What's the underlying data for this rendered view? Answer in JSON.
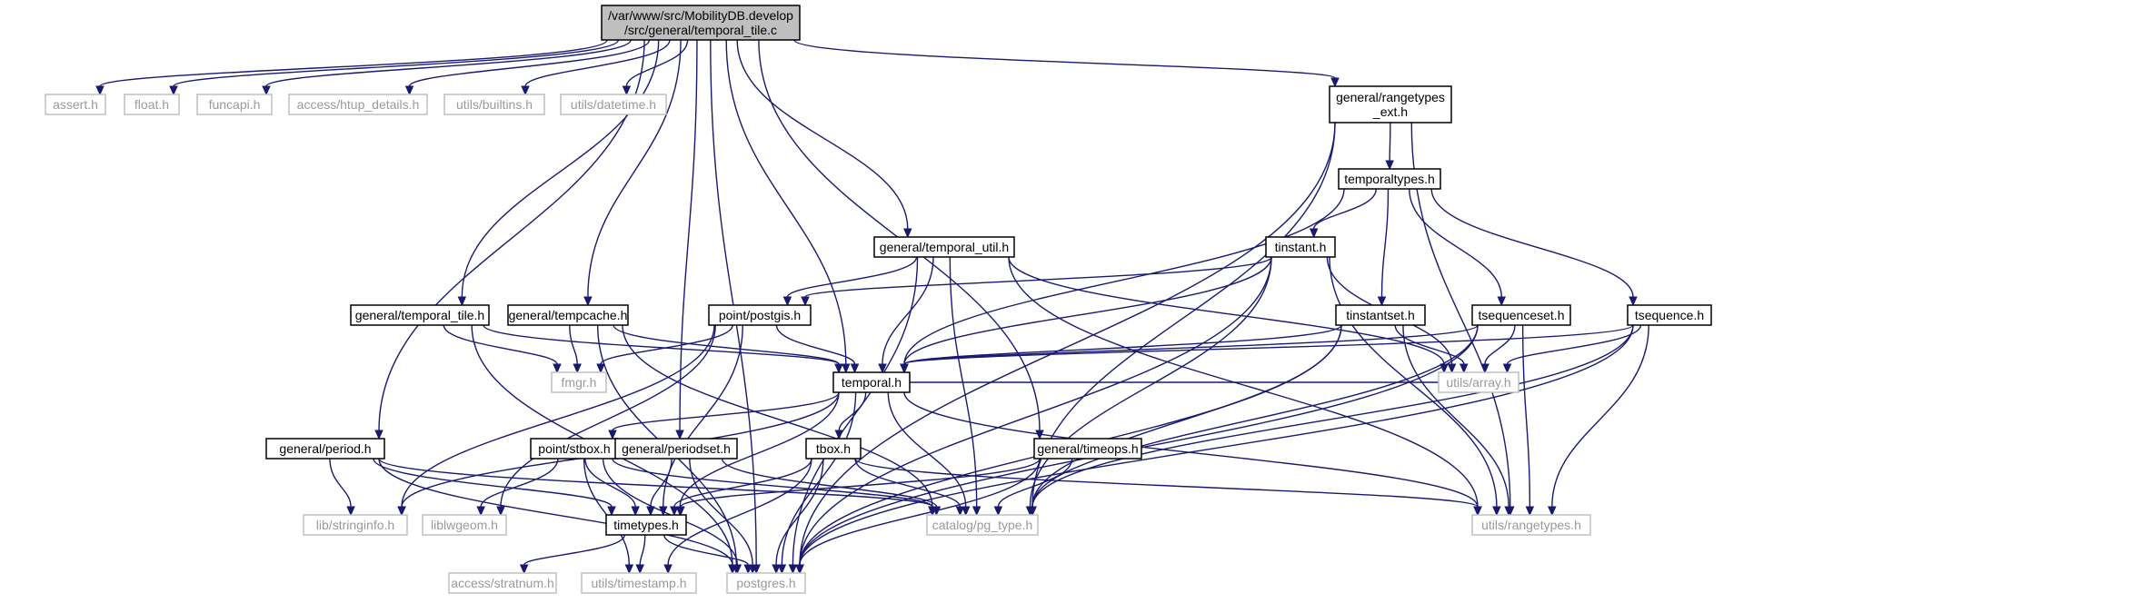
{
  "graph": {
    "nodes": [
      {
        "id": "root",
        "kind": "root",
        "lines": [
          "/var/www/src/MobilityDB.develop",
          "/src/general/temporal_tile.c"
        ]
      },
      {
        "id": "assert",
        "kind": "external",
        "lines": [
          "assert.h"
        ]
      },
      {
        "id": "float",
        "kind": "external",
        "lines": [
          "float.h"
        ]
      },
      {
        "id": "funcapi",
        "kind": "external",
        "lines": [
          "funcapi.h"
        ]
      },
      {
        "id": "htup_details",
        "kind": "external",
        "lines": [
          "access/htup_details.h"
        ]
      },
      {
        "id": "builtins",
        "kind": "external",
        "lines": [
          "utils/builtins.h"
        ]
      },
      {
        "id": "datetime",
        "kind": "external",
        "lines": [
          "utils/datetime.h"
        ]
      },
      {
        "id": "rangetypes_ext",
        "kind": "local",
        "lines": [
          "general/rangetypes",
          "_ext.h"
        ]
      },
      {
        "id": "temporaltypes",
        "kind": "local",
        "lines": [
          "temporaltypes.h"
        ]
      },
      {
        "id": "temporal_util",
        "kind": "local",
        "lines": [
          "general/temporal_util.h"
        ]
      },
      {
        "id": "tinstant",
        "kind": "local",
        "lines": [
          "tinstant.h"
        ]
      },
      {
        "id": "temporal_tile_h",
        "kind": "local",
        "lines": [
          "general/temporal_tile.h"
        ]
      },
      {
        "id": "tempcache",
        "kind": "local",
        "lines": [
          "general/tempcache.h"
        ]
      },
      {
        "id": "postgis",
        "kind": "local",
        "lines": [
          "point/postgis.h"
        ]
      },
      {
        "id": "tinstantset",
        "kind": "local",
        "lines": [
          "tinstantset.h"
        ]
      },
      {
        "id": "tsequenceset",
        "kind": "local",
        "lines": [
          "tsequenceset.h"
        ]
      },
      {
        "id": "tsequence",
        "kind": "local",
        "lines": [
          "tsequence.h"
        ]
      },
      {
        "id": "fmgr",
        "kind": "external",
        "lines": [
          "fmgr.h"
        ]
      },
      {
        "id": "temporal",
        "kind": "local",
        "lines": [
          "temporal.h"
        ]
      },
      {
        "id": "array",
        "kind": "external",
        "lines": [
          "utils/array.h"
        ]
      },
      {
        "id": "period",
        "kind": "local",
        "lines": [
          "general/period.h"
        ]
      },
      {
        "id": "stbox",
        "kind": "local",
        "lines": [
          "point/stbox.h"
        ]
      },
      {
        "id": "periodset",
        "kind": "local",
        "lines": [
          "general/periodset.h"
        ]
      },
      {
        "id": "tbox",
        "kind": "local",
        "lines": [
          "tbox.h"
        ]
      },
      {
        "id": "timeops",
        "kind": "local",
        "lines": [
          "general/timeops.h"
        ]
      },
      {
        "id": "stringinfo",
        "kind": "external",
        "lines": [
          "lib/stringinfo.h"
        ]
      },
      {
        "id": "liblwgeom",
        "kind": "external",
        "lines": [
          "liblwgeom.h"
        ]
      },
      {
        "id": "timetypes",
        "kind": "local",
        "lines": [
          "timetypes.h"
        ]
      },
      {
        "id": "pg_type",
        "kind": "external",
        "lines": [
          "catalog/pg_type.h"
        ]
      },
      {
        "id": "rangetypes",
        "kind": "external",
        "lines": [
          "utils/rangetypes.h"
        ]
      },
      {
        "id": "stratnum",
        "kind": "external",
        "lines": [
          "access/stratnum.h"
        ]
      },
      {
        "id": "timestamp",
        "kind": "external",
        "lines": [
          "utils/timestamp.h"
        ]
      },
      {
        "id": "postgres",
        "kind": "external",
        "lines": [
          "postgres.h"
        ]
      }
    ],
    "edges": [
      [
        "root",
        "assert"
      ],
      [
        "root",
        "float"
      ],
      [
        "root",
        "funcapi"
      ],
      [
        "root",
        "htup_details"
      ],
      [
        "root",
        "builtins"
      ],
      [
        "root",
        "datetime"
      ],
      [
        "root",
        "rangetypes_ext"
      ],
      [
        "root",
        "temporal_util"
      ],
      [
        "root",
        "temporal_tile_h"
      ],
      [
        "root",
        "tempcache"
      ],
      [
        "root",
        "temporal"
      ],
      [
        "root",
        "period"
      ],
      [
        "root",
        "periodset"
      ],
      [
        "root",
        "timeops"
      ],
      [
        "root",
        "postgres"
      ],
      [
        "rangetypes_ext",
        "temporaltypes"
      ],
      [
        "rangetypes_ext",
        "pg_type"
      ],
      [
        "rangetypes_ext",
        "rangetypes"
      ],
      [
        "rangetypes_ext",
        "postgres"
      ],
      [
        "temporaltypes",
        "tinstant"
      ],
      [
        "temporaltypes",
        "tinstantset"
      ],
      [
        "temporaltypes",
        "tsequenceset"
      ],
      [
        "temporaltypes",
        "tsequence"
      ],
      [
        "temporaltypes",
        "temporal"
      ],
      [
        "temporal_util",
        "postgis"
      ],
      [
        "temporal_util",
        "temporal"
      ],
      [
        "temporal_util",
        "array"
      ],
      [
        "temporal_util",
        "pg_type"
      ],
      [
        "temporal_util",
        "rangetypes"
      ],
      [
        "temporal_util",
        "postgres"
      ],
      [
        "tinstant",
        "postgis"
      ],
      [
        "tinstant",
        "temporal"
      ],
      [
        "tinstant",
        "array"
      ],
      [
        "tinstant",
        "pg_type"
      ],
      [
        "tinstant",
        "rangetypes"
      ],
      [
        "tinstant",
        "postgres"
      ],
      [
        "temporal_tile_h",
        "fmgr"
      ],
      [
        "temporal_tile_h",
        "temporal"
      ],
      [
        "temporal_tile_h",
        "postgres"
      ],
      [
        "tempcache",
        "fmgr"
      ],
      [
        "tempcache",
        "temporal"
      ],
      [
        "tempcache",
        "pg_type"
      ],
      [
        "tempcache",
        "postgres"
      ],
      [
        "postgis",
        "fmgr"
      ],
      [
        "postgis",
        "temporal"
      ],
      [
        "postgis",
        "liblwgeom"
      ],
      [
        "postgis",
        "stringinfo"
      ],
      [
        "postgis",
        "timetypes"
      ],
      [
        "tinstantset",
        "temporal"
      ],
      [
        "tinstantset",
        "array"
      ],
      [
        "tinstantset",
        "pg_type"
      ],
      [
        "tinstantset",
        "rangetypes"
      ],
      [
        "tinstantset",
        "postgres"
      ],
      [
        "tsequenceset",
        "temporal"
      ],
      [
        "tsequenceset",
        "array"
      ],
      [
        "tsequenceset",
        "pg_type"
      ],
      [
        "tsequenceset",
        "rangetypes"
      ],
      [
        "tsequenceset",
        "postgres"
      ],
      [
        "tsequence",
        "temporal"
      ],
      [
        "tsequence",
        "array"
      ],
      [
        "tsequence",
        "pg_type"
      ],
      [
        "tsequence",
        "rangetypes"
      ],
      [
        "tsequence",
        "postgres"
      ],
      [
        "temporal",
        "array"
      ],
      [
        "temporal",
        "stbox"
      ],
      [
        "temporal",
        "tbox"
      ],
      [
        "temporal",
        "timetypes"
      ],
      [
        "temporal",
        "pg_type"
      ],
      [
        "temporal",
        "rangetypes"
      ],
      [
        "temporal",
        "postgres"
      ],
      [
        "temporal",
        "stringinfo"
      ],
      [
        "period",
        "stringinfo"
      ],
      [
        "period",
        "timetypes"
      ],
      [
        "period",
        "pg_type"
      ],
      [
        "period",
        "postgres"
      ],
      [
        "stbox",
        "liblwgeom"
      ],
      [
        "stbox",
        "timetypes"
      ],
      [
        "stbox",
        "pg_type"
      ],
      [
        "stbox",
        "timestamp"
      ],
      [
        "stbox",
        "postgres"
      ],
      [
        "periodset",
        "timetypes"
      ],
      [
        "periodset",
        "pg_type"
      ],
      [
        "periodset",
        "postgres"
      ],
      [
        "tbox",
        "timetypes"
      ],
      [
        "tbox",
        "pg_type"
      ],
      [
        "tbox",
        "rangetypes"
      ],
      [
        "tbox",
        "timestamp"
      ],
      [
        "tbox",
        "postgres"
      ],
      [
        "timeops",
        "timetypes"
      ],
      [
        "timeops",
        "pg_type"
      ],
      [
        "timeops",
        "postgres"
      ],
      [
        "timetypes",
        "stratnum"
      ],
      [
        "timetypes",
        "timestamp"
      ],
      [
        "timetypes",
        "postgres"
      ]
    ]
  }
}
